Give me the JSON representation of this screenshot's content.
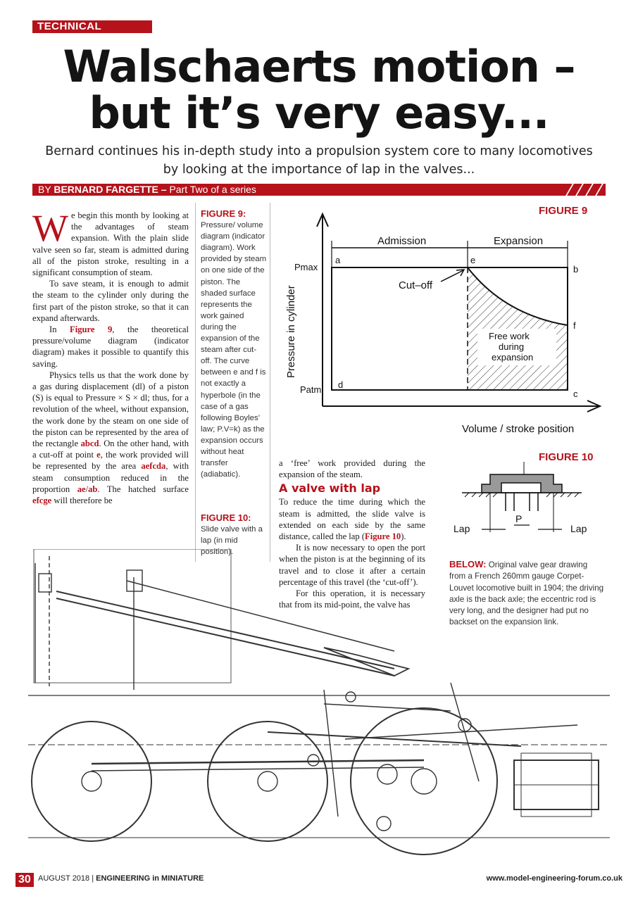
{
  "section": "TECHNICAL",
  "title_line1": "Walschaerts motion –",
  "title_line2": "but it’s very easy...",
  "standfirst_line1": "Bernard continues his in-depth study into a propulsion system core to many locomotives",
  "standfirst_line2": "by looking at the importance of lap in the valves...",
  "byline": {
    "prefix": "BY",
    "author": "BERNARD FARGETTE",
    "dash": "–",
    "series": "Part Two of a series"
  },
  "col1": {
    "drop_cap": "W",
    "p1": "e begin this month by looking at the advantages of steam expansion. With the plain slide valve seen so far, steam is admitted during all of the piston stroke, resulting in a significant consumption of steam.",
    "p2": "To save steam, it is enough to admit the steam to the cylinder only during the first part of the piston stroke, so that it can expand afterwards.",
    "p3_a": "In",
    "p3_ref": "Figure 9",
    "p3_b": ", the theoretical pressure/volume diagram (indicator diagram) makes it possible to quantify this saving.",
    "p4_a": "Physics tells us that the work done by a gas during displacement (dl) of a piston (S) is equal to Pressure × S × dl; thus, for a revolution of the wheel, without expansion, the work done by the steam on one side of the piston can be represented by the area of the rectangle",
    "p4_abcd": "abcd",
    "p4_b": ". On the other hand, with a cut-off at point",
    "p4_e": "e",
    "p4_c": ", the work provided will be represented by the area",
    "p4_aefcda": "aefcda",
    "p4_d": ", with steam consumption reduced in the proportion",
    "p4_ae": "ae",
    "p4_slash": "/",
    "p4_ab": "ab",
    "p4_e2": ". The hatched surface",
    "p4_efcge": "efcge",
    "p4_f": "will therefore be"
  },
  "fig9_caption": {
    "label": "FIGURE 9:",
    "text": "Pressure/ volume diagram (indicator diagram). Work provided by steam on one side of the piston. The shaded surface represents the work gained during the expansion of the steam after cut-off. The curve between e and f is not exactly a hyperbole (in the case of a gas following Boyles’ law; P.V=k) as the expansion occurs without heat transfer (adiabatic)."
  },
  "fig10_caption": {
    "label": "FIGURE 10:",
    "text": "Slide valve with a lap (in mid position)."
  },
  "col3": {
    "p1": "a ‘free’ work provided during the expansion of the steam.",
    "heading": "A valve with lap",
    "p2_a": "To reduce the time during which the steam is admitted, the slide valve is extended on each side by the same distance, called the lap (",
    "p2_ref": "Figure 10",
    "p2_b": ").",
    "p3": "It is now necessary to open the port when the piston is at the beginning of its travel and to close it after a certain percentage of this travel (the ‘cut-off’).",
    "p4": "For this operation, it is necessary that from its mid-point, the valve has"
  },
  "below_caption": {
    "label": "BELOW:",
    "text": "Original valve gear drawing from a French 260mm gauge Corpet-Louvet locomotive built in 1904; the driving axle is the back axle; the eccentric rod is very long, and the designer had put no backset on the expansion link."
  },
  "figure9": {
    "label": "FIGURE 9",
    "admission": "Admission",
    "expansion": "Expansion",
    "pmax": "Pmax",
    "patm": "Patm",
    "a": "a",
    "b": "b",
    "c": "c",
    "d": "d",
    "e": "e",
    "f": "f",
    "cutoff": "Cut–off",
    "free1": "Free work",
    "free2": "during",
    "free3": "expansion",
    "ylabel": "Pressure in cylinder",
    "xlabel": "Volume / stroke position"
  },
  "figure10": {
    "label": "FIGURE 10",
    "lap_left": "Lap",
    "p": "P",
    "lap_right": "Lap"
  },
  "footer": {
    "page": "30",
    "issue": "AUGUST 2018",
    "sep": "|",
    "mag": "ENGINEERING in MINIATURE",
    "url": "www.model-engineering-forum.co.uk"
  }
}
